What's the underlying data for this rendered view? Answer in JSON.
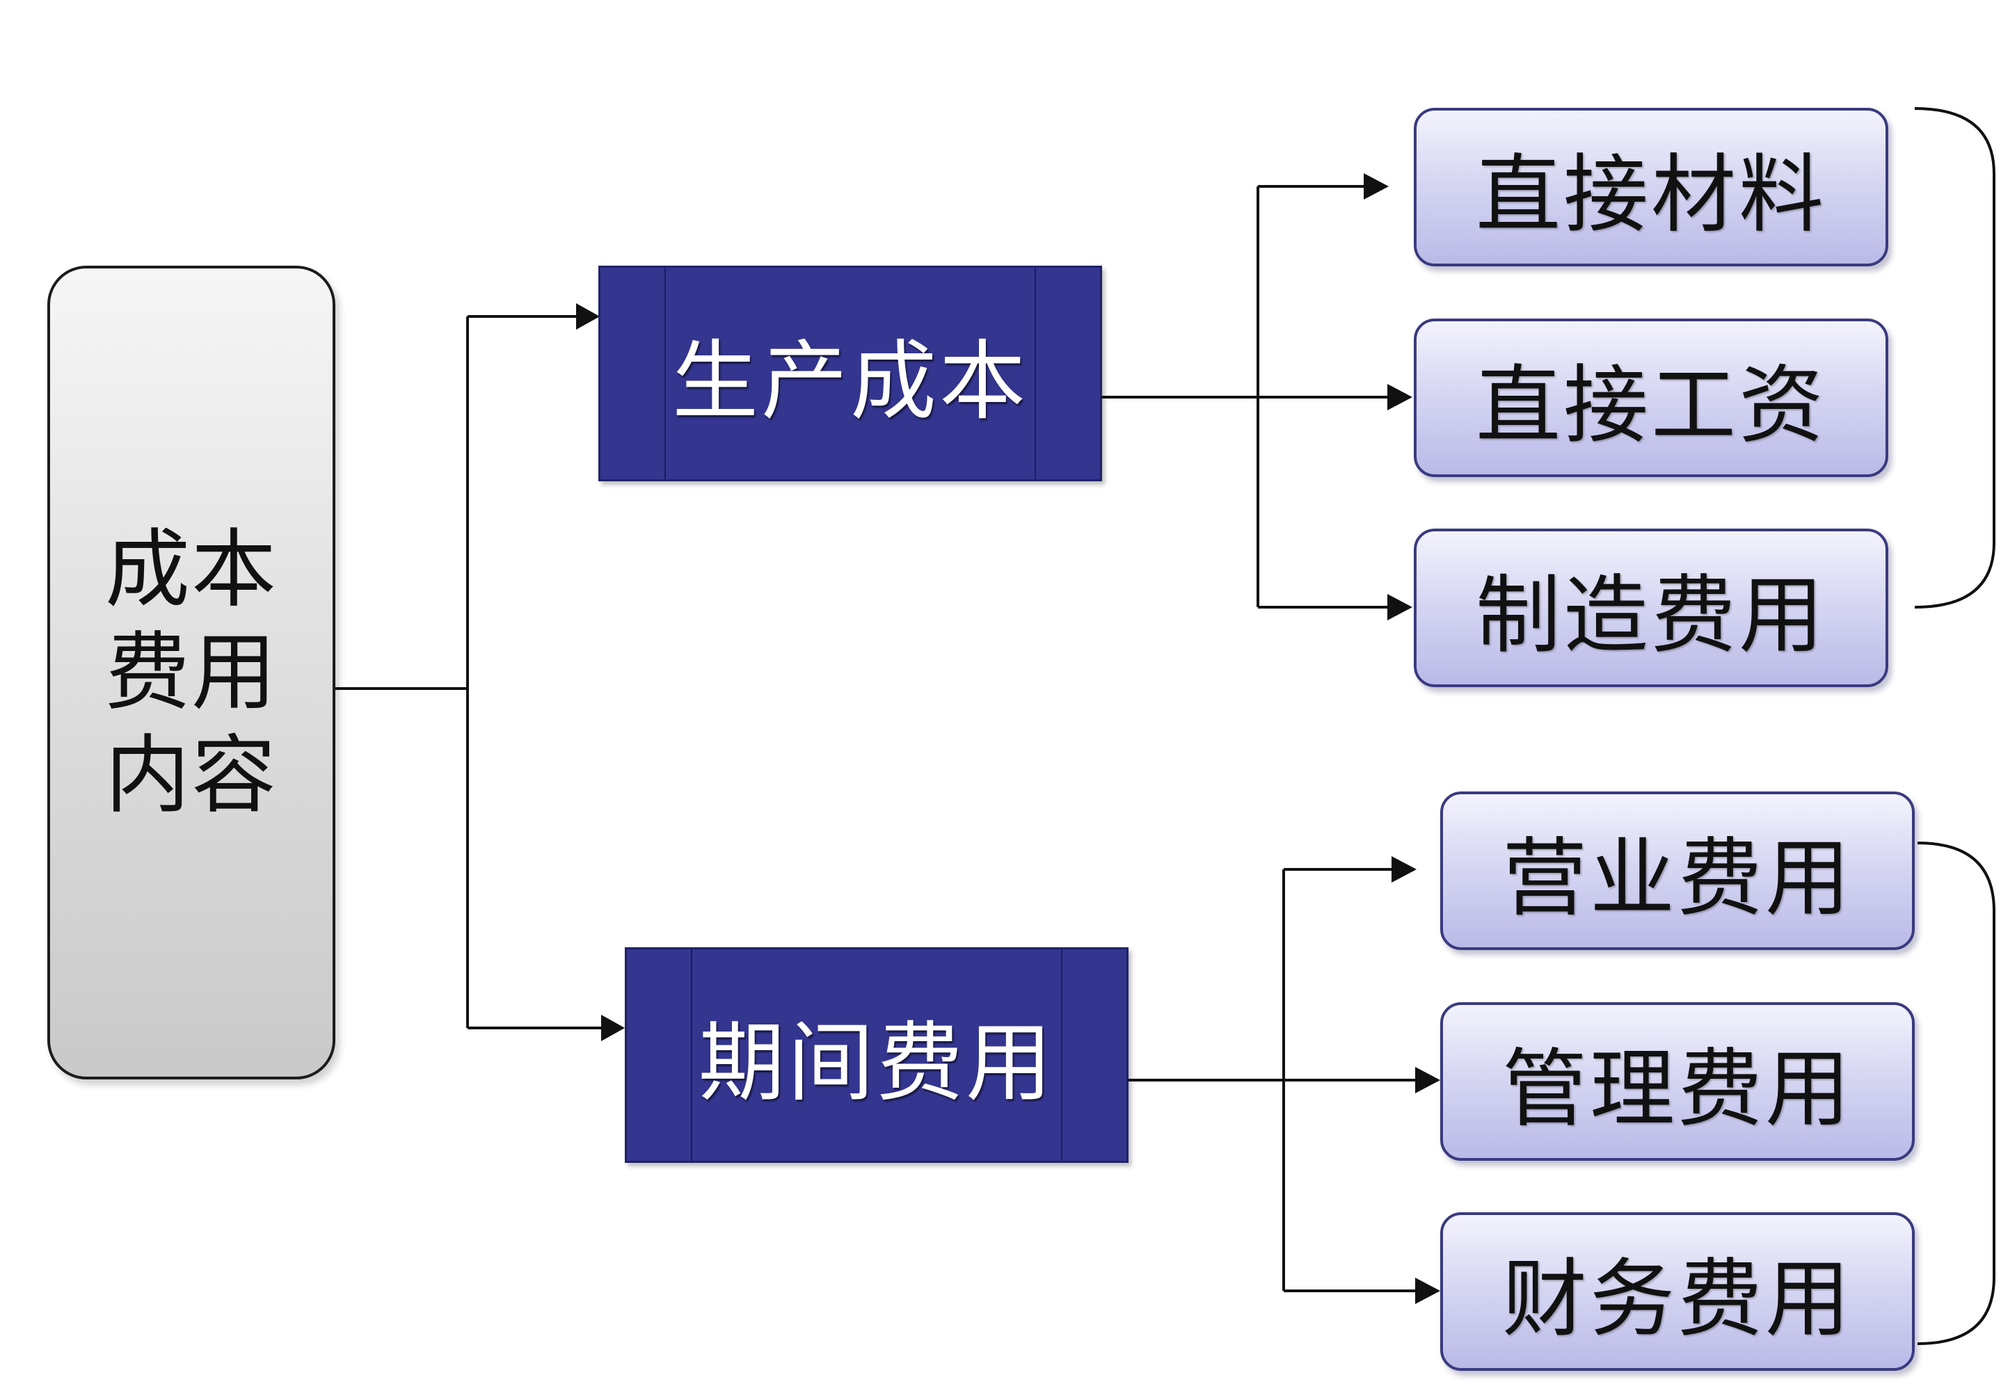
{
  "root": {
    "lines": [
      "成本",
      "费用",
      "内容"
    ]
  },
  "categories": [
    {
      "label": "生产成本",
      "items": [
        "直接材料",
        "直接工资",
        "制造费用"
      ]
    },
    {
      "label": "期间费用",
      "items": [
        "营业费用",
        "管理费用",
        "财务费用"
      ]
    }
  ],
  "colors": {
    "mid_fill": "#33358f",
    "leaf_fill": "#d7d7f3",
    "root_fill": "#dcdcdc",
    "connector": "#111111"
  }
}
